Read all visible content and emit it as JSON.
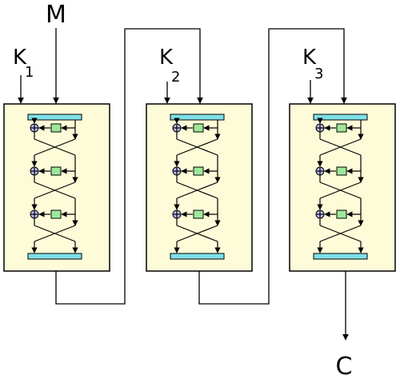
{
  "labels": {
    "message": "M",
    "ciphertext": "C",
    "keys": [
      {
        "letter": "K",
        "sub": "1"
      },
      {
        "letter": "K",
        "sub": "2"
      },
      {
        "letter": "K",
        "sub": "3"
      }
    ]
  },
  "colors": {
    "stage_fill": "#fefcd8",
    "permutation_bar": "#7fe0e8",
    "f_box": "#9ee89a",
    "xor_fill": "#b8b8f0",
    "stroke": "#000000",
    "background": "#ffffff"
  },
  "stages": [
    {
      "rounds": 3,
      "key": "K1"
    },
    {
      "rounds": 3,
      "key": "K2"
    },
    {
      "rounds": 3,
      "key": "K3"
    }
  ]
}
